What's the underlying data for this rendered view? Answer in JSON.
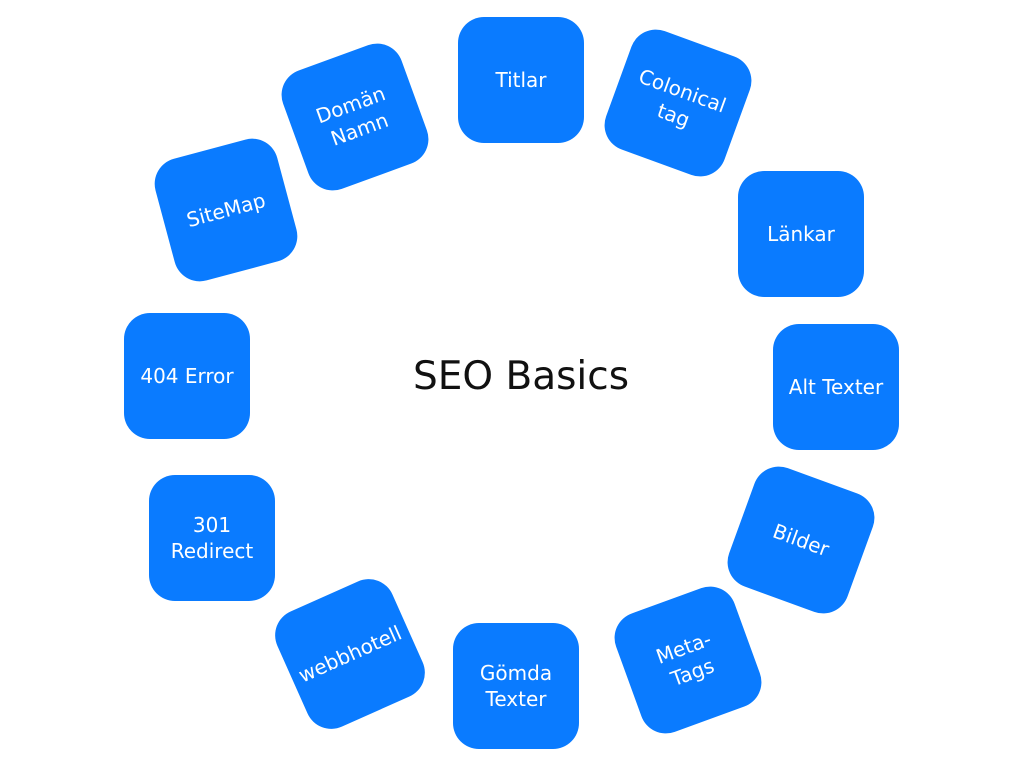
{
  "center": {
    "title": "SEO Basics"
  },
  "colors": {
    "node_fill": "#0a7bff",
    "node_text": "#ffffff",
    "title_text": "#111111",
    "background": "#ffffff"
  },
  "nodes": [
    {
      "id": "titlar",
      "label": "Titlar"
    },
    {
      "id": "colonical-tag",
      "label": "Colonical\ntag"
    },
    {
      "id": "lankar",
      "label": "Länkar"
    },
    {
      "id": "alt-texter",
      "label": "Alt Texter"
    },
    {
      "id": "bilder",
      "label": "Bilder"
    },
    {
      "id": "meta-tags",
      "label": "Meta-\nTags"
    },
    {
      "id": "gomda-texter",
      "label": "Gömda\nTexter"
    },
    {
      "id": "webbhotell",
      "label": "webbhotell"
    },
    {
      "id": "301-redirect",
      "label": "301\nRedirect"
    },
    {
      "id": "404-error",
      "label": "404 Error"
    },
    {
      "id": "sitemap",
      "label": "SiteMap"
    },
    {
      "id": "doman-namn",
      "label": "Domän\nNamn"
    }
  ]
}
